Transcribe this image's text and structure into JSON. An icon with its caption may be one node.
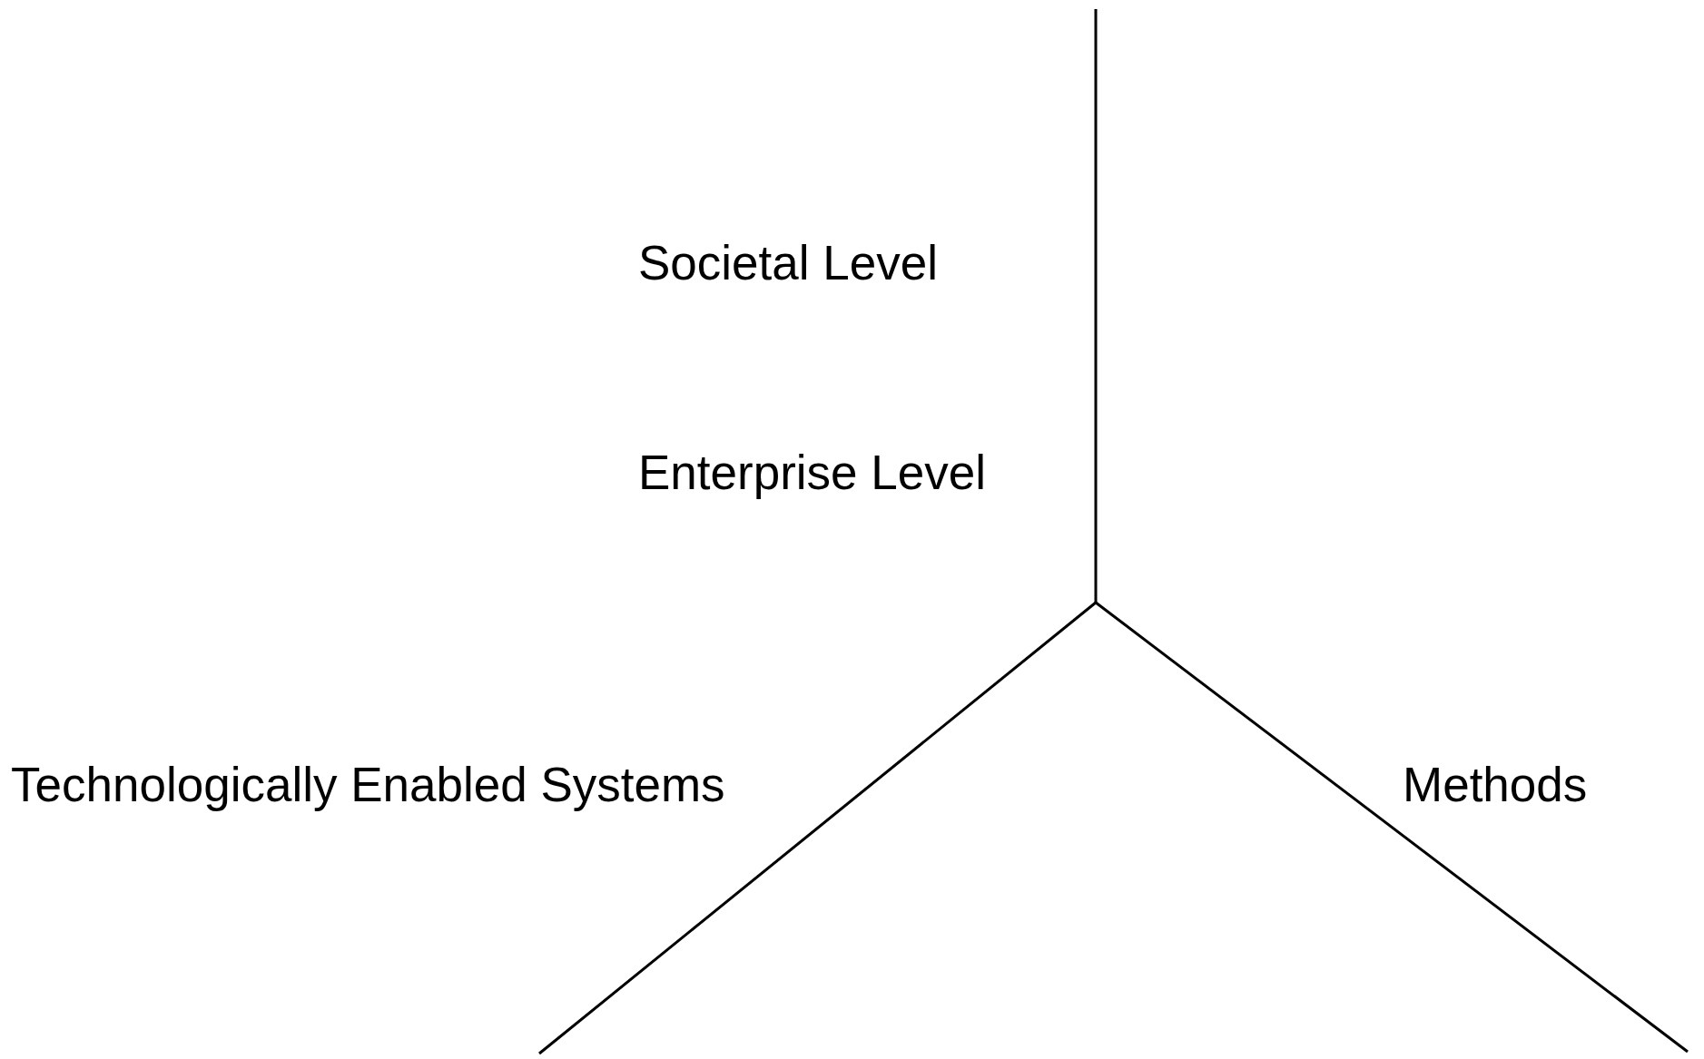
{
  "diagram": {
    "labels": [
      "Societal Level",
      "Enterprise Level",
      "Technologically Enabled Systems",
      "Methods"
    ]
  }
}
